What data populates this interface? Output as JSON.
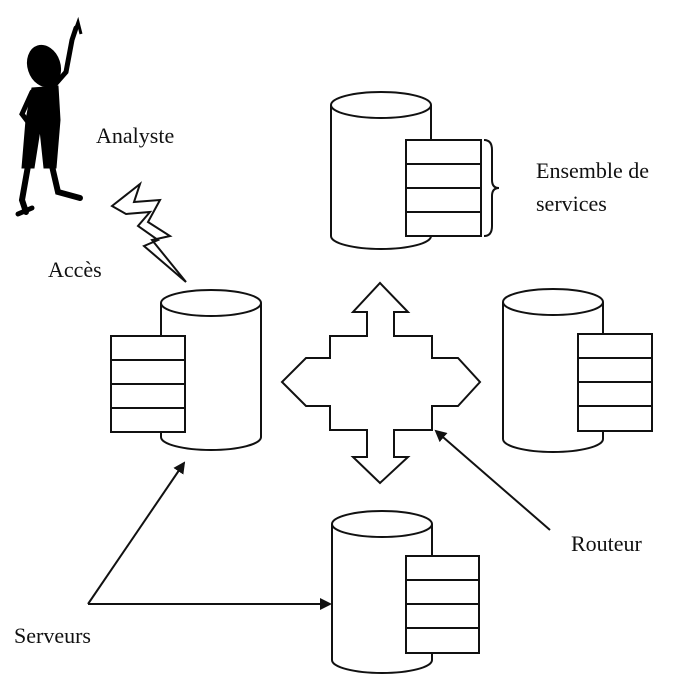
{
  "labels": {
    "analyste": "Analyste",
    "acces": "Accès",
    "ensemble_de_services": [
      "Ensemble de",
      "services"
    ],
    "routeur": "Routeur",
    "serveurs": "Serveurs"
  },
  "colors": {
    "stroke": "#111111",
    "fill": "#ffffff",
    "figure": "#000000"
  },
  "icons": [
    "analyst-figure-icon",
    "lightning-bolt-icon",
    "database-cylinder-icon",
    "service-stack-icon",
    "four-way-arrow-icon",
    "arrow-icon"
  ]
}
